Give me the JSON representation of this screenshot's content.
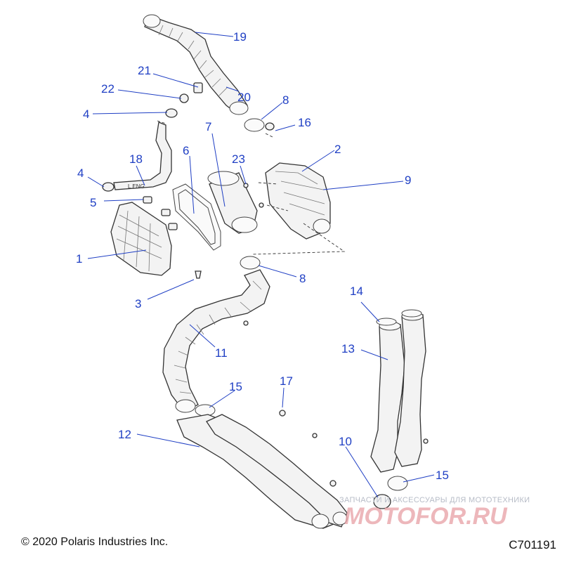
{
  "diagram": {
    "callouts": [
      {
        "id": "c1",
        "label": "1"
      },
      {
        "id": "c2",
        "label": "2"
      },
      {
        "id": "c3",
        "label": "3"
      },
      {
        "id": "c4a",
        "label": "4"
      },
      {
        "id": "c4b",
        "label": "4"
      },
      {
        "id": "c5",
        "label": "5"
      },
      {
        "id": "c6",
        "label": "6"
      },
      {
        "id": "c7",
        "label": "7"
      },
      {
        "id": "c8a",
        "label": "8"
      },
      {
        "id": "c8b",
        "label": "8"
      },
      {
        "id": "c9",
        "label": "9"
      },
      {
        "id": "c10",
        "label": "10"
      },
      {
        "id": "c11",
        "label": "11"
      },
      {
        "id": "c12",
        "label": "12"
      },
      {
        "id": "c13",
        "label": "13"
      },
      {
        "id": "c14",
        "label": "14"
      },
      {
        "id": "c15a",
        "label": "15"
      },
      {
        "id": "c15b",
        "label": "15"
      },
      {
        "id": "c16",
        "label": "16"
      },
      {
        "id": "c17",
        "label": "17"
      },
      {
        "id": "c18",
        "label": "18"
      },
      {
        "id": "c19",
        "label": "19"
      },
      {
        "id": "c20",
        "label": "20"
      },
      {
        "id": "c21",
        "label": "21"
      },
      {
        "id": "c22",
        "label": "22"
      },
      {
        "id": "c23",
        "label": "23"
      }
    ],
    "hose_marking": "L ENG",
    "callout_color": "#1f3fc4"
  },
  "footer": {
    "copyright": "© 2020 Polaris Industries Inc.",
    "drawing_code": "C701191"
  },
  "watermark": {
    "text": "ЗАПЧАСТИ И АКСЕССУАРЫ ДЛЯ МОТОТЕХНИКИ",
    "logo": "MOTOFOR.RU"
  }
}
